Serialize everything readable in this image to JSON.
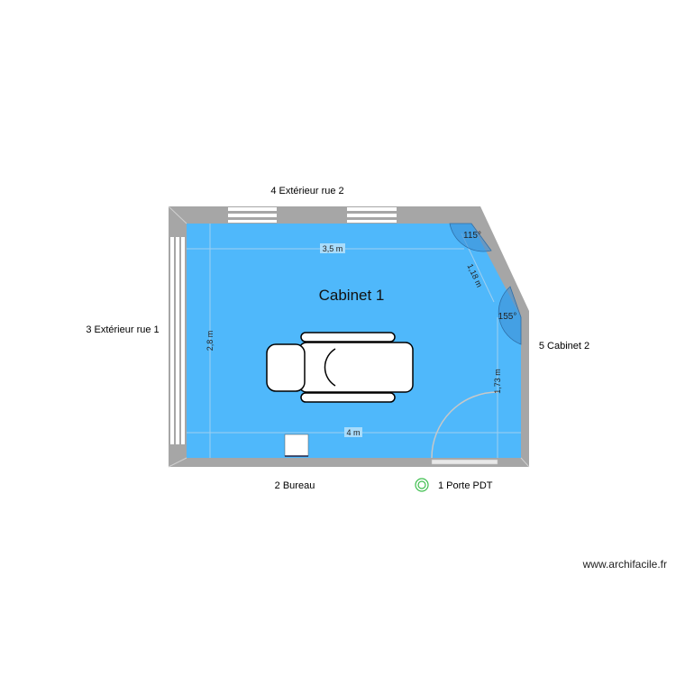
{
  "room": {
    "name": "Cabinet 1",
    "floor_color": "#4fb8fb",
    "wall_color": "#a6a6a6"
  },
  "labels": {
    "top": "4 Extérieur rue 2",
    "left": "3 Extérieur rue 1",
    "right": "5 Cabinet 2",
    "bottom": "2 Bureau",
    "door": "1 Porte PDT"
  },
  "dimensions": {
    "top": "3,5 m",
    "left": "2,8 m",
    "bottom": "4 m",
    "diagonal": "1,18 m",
    "right": "1,73 m"
  },
  "angles": {
    "top_right": "115°",
    "right": "155°"
  },
  "watermark": "www.archifacile.fr"
}
